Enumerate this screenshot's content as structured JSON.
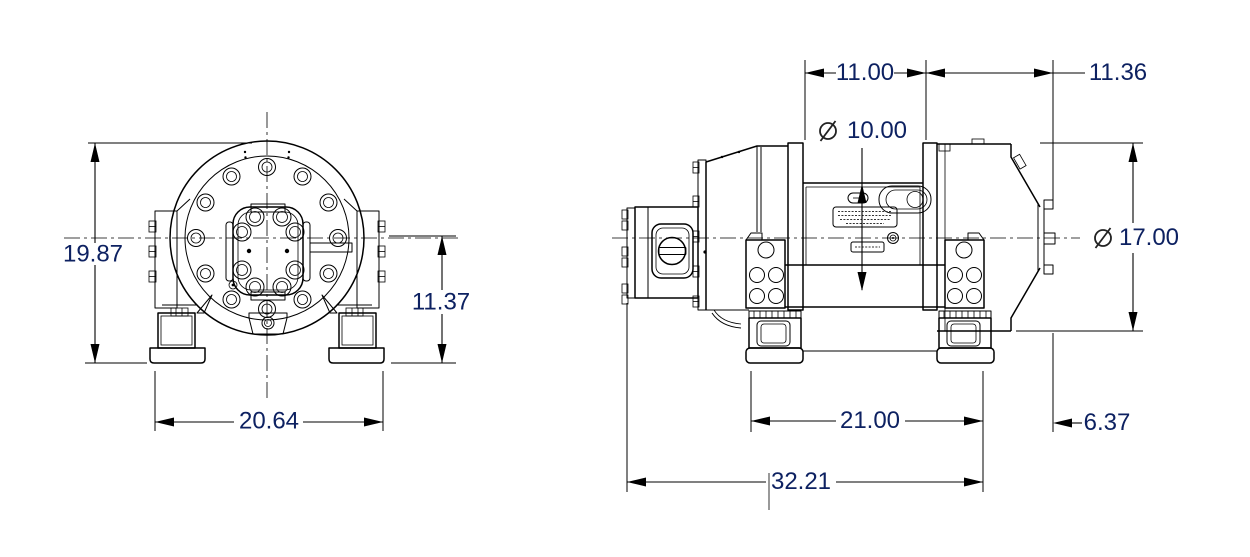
{
  "drawing": {
    "title": "winch-two-view-dimension-drawing",
    "colors": {
      "line": "#000000",
      "dimension_text": "#0d2161",
      "background": "#ffffff"
    },
    "front_view": {
      "overall_height": "19.87",
      "center_to_base_height": "11.37",
      "foot_width": "20.64"
    },
    "side_view": {
      "drum_length": "11.00",
      "right_end_length": "11.36",
      "drum_diameter": "10.00",
      "flange_diameter": "17.00",
      "mount_length": "21.00",
      "overall_length": "32.21",
      "end_offset": "6.37"
    }
  }
}
